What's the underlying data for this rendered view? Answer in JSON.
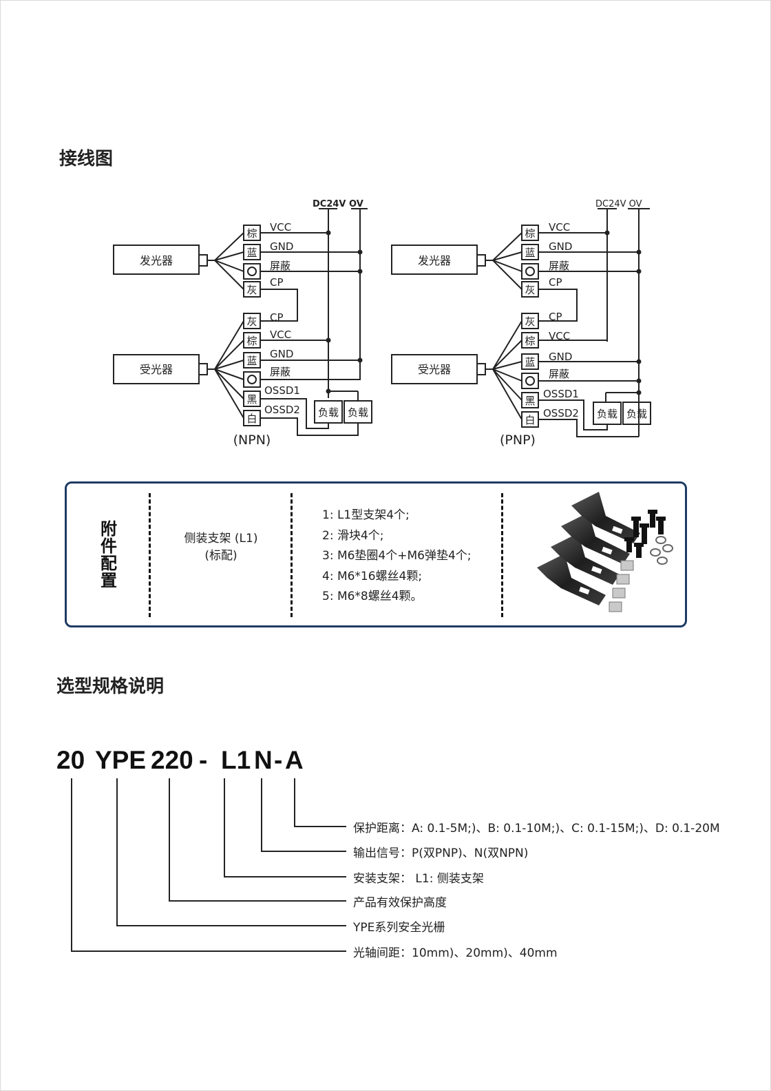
{
  "sections": {
    "wiring_title": "接线图",
    "selection_title": "选型规格说明"
  },
  "wiring": {
    "supply_label_left": "DC24V OV",
    "supply_label_right": "DC24V OV",
    "emitter": "发光器",
    "receiver": "受光器",
    "colors": {
      "brown": "棕",
      "blue": "蓝",
      "gray": "灰",
      "black": "黑",
      "white": "白"
    },
    "signals": {
      "vcc": "VCC",
      "gnd": "GND",
      "shield": "屏蔽",
      "cp": "CP",
      "ossd1": "OSSD1",
      "ossd2": "OSSD2"
    },
    "load": "负载",
    "npn_label": "(NPN)",
    "pnp_label": "(PNP)"
  },
  "accessories": {
    "label": "附件配置",
    "name_line1": "侧装支架 (L1)",
    "name_line2": "(标配)",
    "items": [
      "1: L1型支架4个;",
      "2: 滑块4个;",
      "3: M6垫圈4个+M6弹垫4个;",
      "4: M6*16螺丝4颗;",
      "5: M6*8螺丝4颗。"
    ]
  },
  "model": {
    "parts": [
      "20",
      "YPE",
      "220",
      "-",
      "L1",
      "N",
      "-",
      "A"
    ],
    "specs": [
      "保护距离：A: 0.1-5M;)、B: 0.1-10M;)、C: 0.1-15M;)、D: 0.1-20M",
      "输出信号：P(双PNP)、N(双NPN)",
      "安装支架： L1: 侧装支架",
      "产品有效保护高度",
      "YPE系列安全光栅",
      "光轴间距：10mm)、20mm)、40mm"
    ]
  }
}
